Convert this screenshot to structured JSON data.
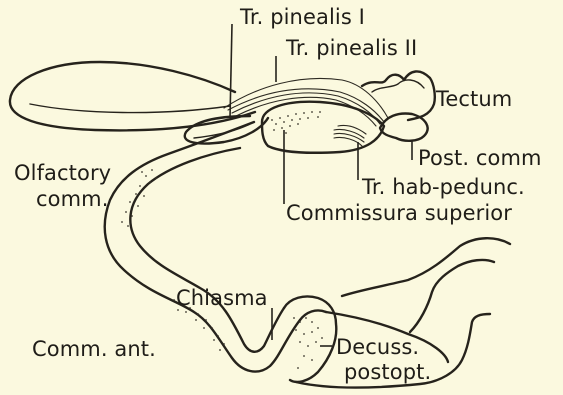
{
  "labels": {
    "tr_pinealis_1": "Tr. pinealis I",
    "tr_pinealis_2": "Tr. pinealis II",
    "tectum": "Tectum",
    "post_comm": "Post. comm",
    "tr_hab_pedunc": "Tr. hab-pedunc.",
    "commissura_superior": "Commissura superior",
    "olfactory_comm_line1": "Olfactory",
    "olfactory_comm_line2": "comm.",
    "chiasma": "Chiasma",
    "comm_ant": "Comm. ant.",
    "decuss_postopt_line1": "Decuss.",
    "decuss_postopt_line2": "postopt."
  }
}
